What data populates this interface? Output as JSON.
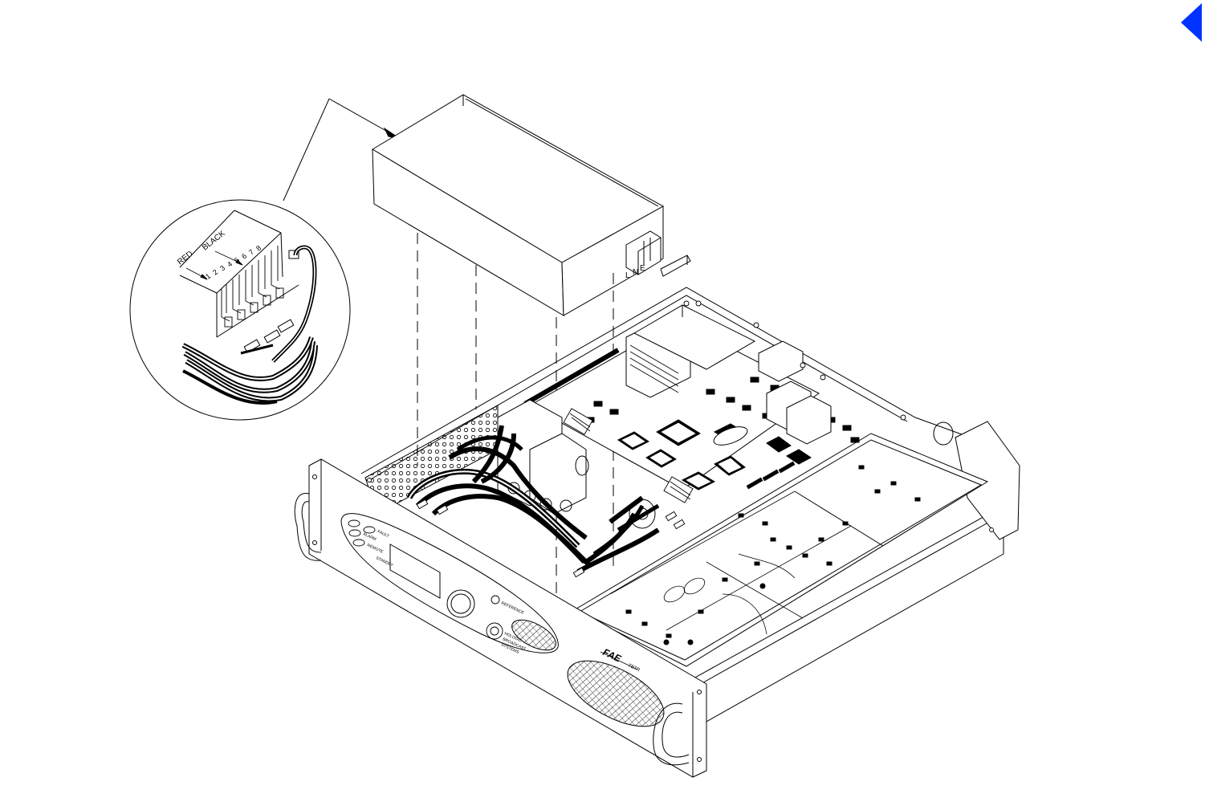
{
  "navigation": {
    "back_icon": "left-triangle-icon",
    "accent_color": "#0033FF"
  },
  "detail_view": {
    "wire_labels": {
      "red": "RED",
      "black": "BLACK"
    },
    "terminal_numbers": [
      "1",
      "2",
      "3",
      "4",
      "5",
      "6",
      "7",
      "8"
    ]
  },
  "power_supply_module": {
    "terminal_labels": [
      "L",
      "N",
      "E"
    ]
  },
  "front_panel": {
    "status_labels": [
      "FAULT",
      "ALARM",
      "REMOTE",
      "STANDBY"
    ],
    "reference_label": "REFERENCE",
    "logo_lines": [
      "HOLOGIC",
      "BROADCAST",
      "SYSTEMS"
    ],
    "model_prefix": "FAE",
    "model_suffix": "TBTR"
  }
}
